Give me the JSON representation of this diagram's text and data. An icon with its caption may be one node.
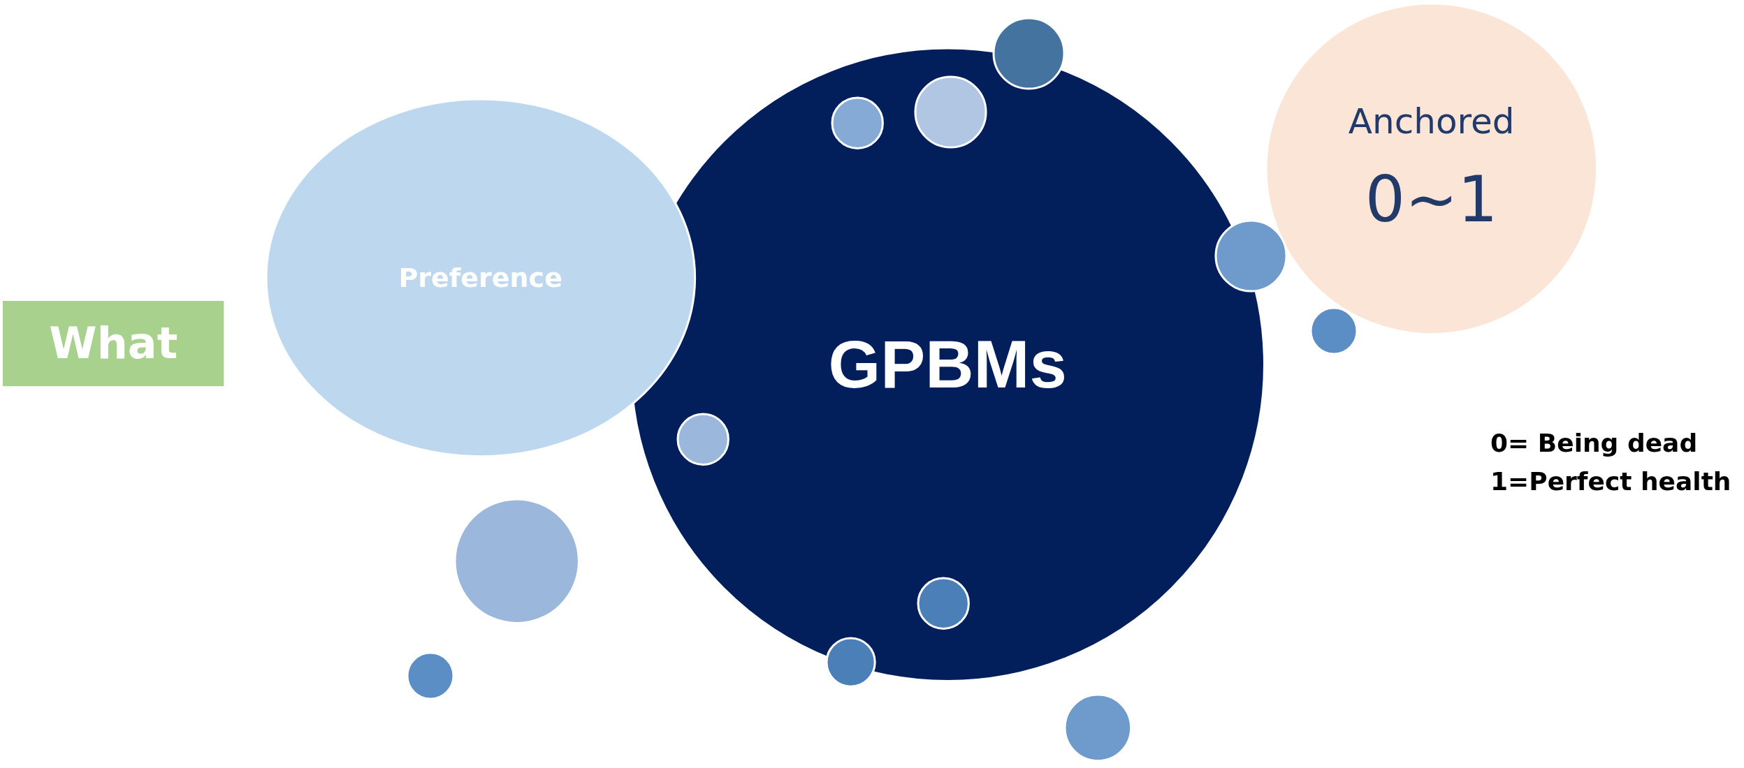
{
  "diagram": {
    "nodes": [
      {
        "text": [
          "What"
        ]
      },
      {
        "text": [
          "Preference"
        ]
      },
      {
        "text": [
          "GPBMs"
        ]
      },
      {
        "text": [
          "Anchored",
          "0~1"
        ]
      },
      {
        "text": [],
        "shape": "circle"
      },
      {
        "text": [],
        "shape": "circle"
      },
      {
        "text": [],
        "shape": "circle",
        "in": 2
      },
      {
        "text": [],
        "shape": "circle"
      },
      {
        "text": [],
        "shape": "circle",
        "in": 2
      },
      {
        "text": [],
        "shape": "circle",
        "in": 2
      },
      {
        "text": [],
        "shape": "circle",
        "in": 2
      },
      {
        "text": [],
        "shape": "circle"
      },
      {
        "text": [],
        "shape": "circle"
      },
      {
        "text": [],
        "shape": "circle"
      },
      {
        "text": [],
        "shape": "circle"
      }
    ],
    "labels": [
      "0= Being dead",
      "1=Perfect health"
    ]
  }
}
